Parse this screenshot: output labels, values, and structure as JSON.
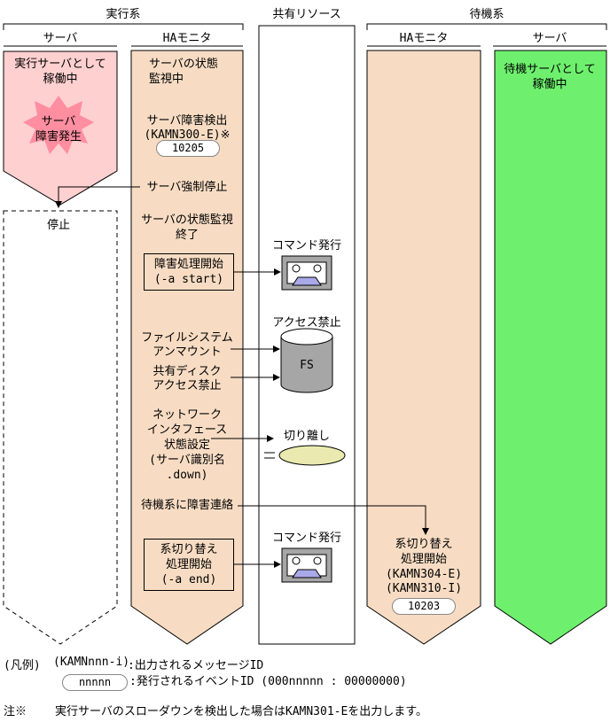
{
  "groups": {
    "active": "実行系",
    "shared": "共有リソース",
    "standby": "待機系"
  },
  "columns": {
    "active_server": "サーバ",
    "active_ha": "HAモニタ",
    "standby_ha": "HAモニタ",
    "standby_server": "サーバ"
  },
  "active_server": {
    "running_line1": "実行サーバとして",
    "running_line2": "稼働中",
    "failure_line1": "サーバ",
    "failure_line2": "障害発生",
    "stopped": "停止"
  },
  "active_ha": {
    "monitor_line1": "サーバの状態",
    "monitor_line2": "監視中",
    "detect_line1": "サーバ障害検出",
    "detect_line2": "(KAMN300-E)※",
    "detect_event": "10205",
    "force_stop": "サーバ強制停止",
    "monitor_end_line1": "サーバの状態監視",
    "monitor_end_line2": "終了",
    "failure_start_line1": "障害処理開始",
    "failure_start_line2": "(-a start)",
    "fs_unmount_line1": "ファイルシステム",
    "fs_unmount_line2": "アンマウント",
    "disk_block_line1": "共有ディスク",
    "disk_block_line2": "アクセス禁止",
    "net_line1": "ネットワーク",
    "net_line2": "インタフェース",
    "net_line3": "状態設定",
    "net_line4": "(サーバ識別名",
    "net_line5": ".down)",
    "notify": "待機系に障害連絡",
    "switch_start_line1": "系切り替え",
    "switch_start_line2": "処理開始",
    "switch_start_line3": "(-a end)"
  },
  "shared": {
    "command1": "コマンド発行",
    "access_block": "アクセス禁止",
    "fs_label": "FS",
    "disconnect": "切り離し",
    "command2": "コマンド発行"
  },
  "standby_ha": {
    "switch_line1": "系切り替え",
    "switch_line2": "処理開始",
    "switch_line3": "(KAMN304-E)",
    "switch_line4": "(KAMN310-I)",
    "switch_event": "10203"
  },
  "standby_server": {
    "running_line1": "待機サーバとして",
    "running_line2": "稼働中"
  },
  "legend": {
    "title": "(凡例)",
    "message_format": "(KAMNnnn-i)",
    "message_desc": ":出力されるメッセージID",
    "event_format": "nnnnn",
    "event_desc": ":発行されるイベントID (000nnnnn : 00000000)"
  },
  "note": {
    "mark": "注※",
    "text": "実行サーバのスローダウンを検出した場合はKAMN301-Eを出力します。"
  },
  "colors": {
    "failure_pink": "#ffd0d0",
    "ha_beige": "#f7dcc3",
    "standby_green": "#6ef06e",
    "burst_pink": "#ff8ea0",
    "device_gray": "#a6a6a6",
    "ellipse_yellow": "#eaeab0"
  }
}
